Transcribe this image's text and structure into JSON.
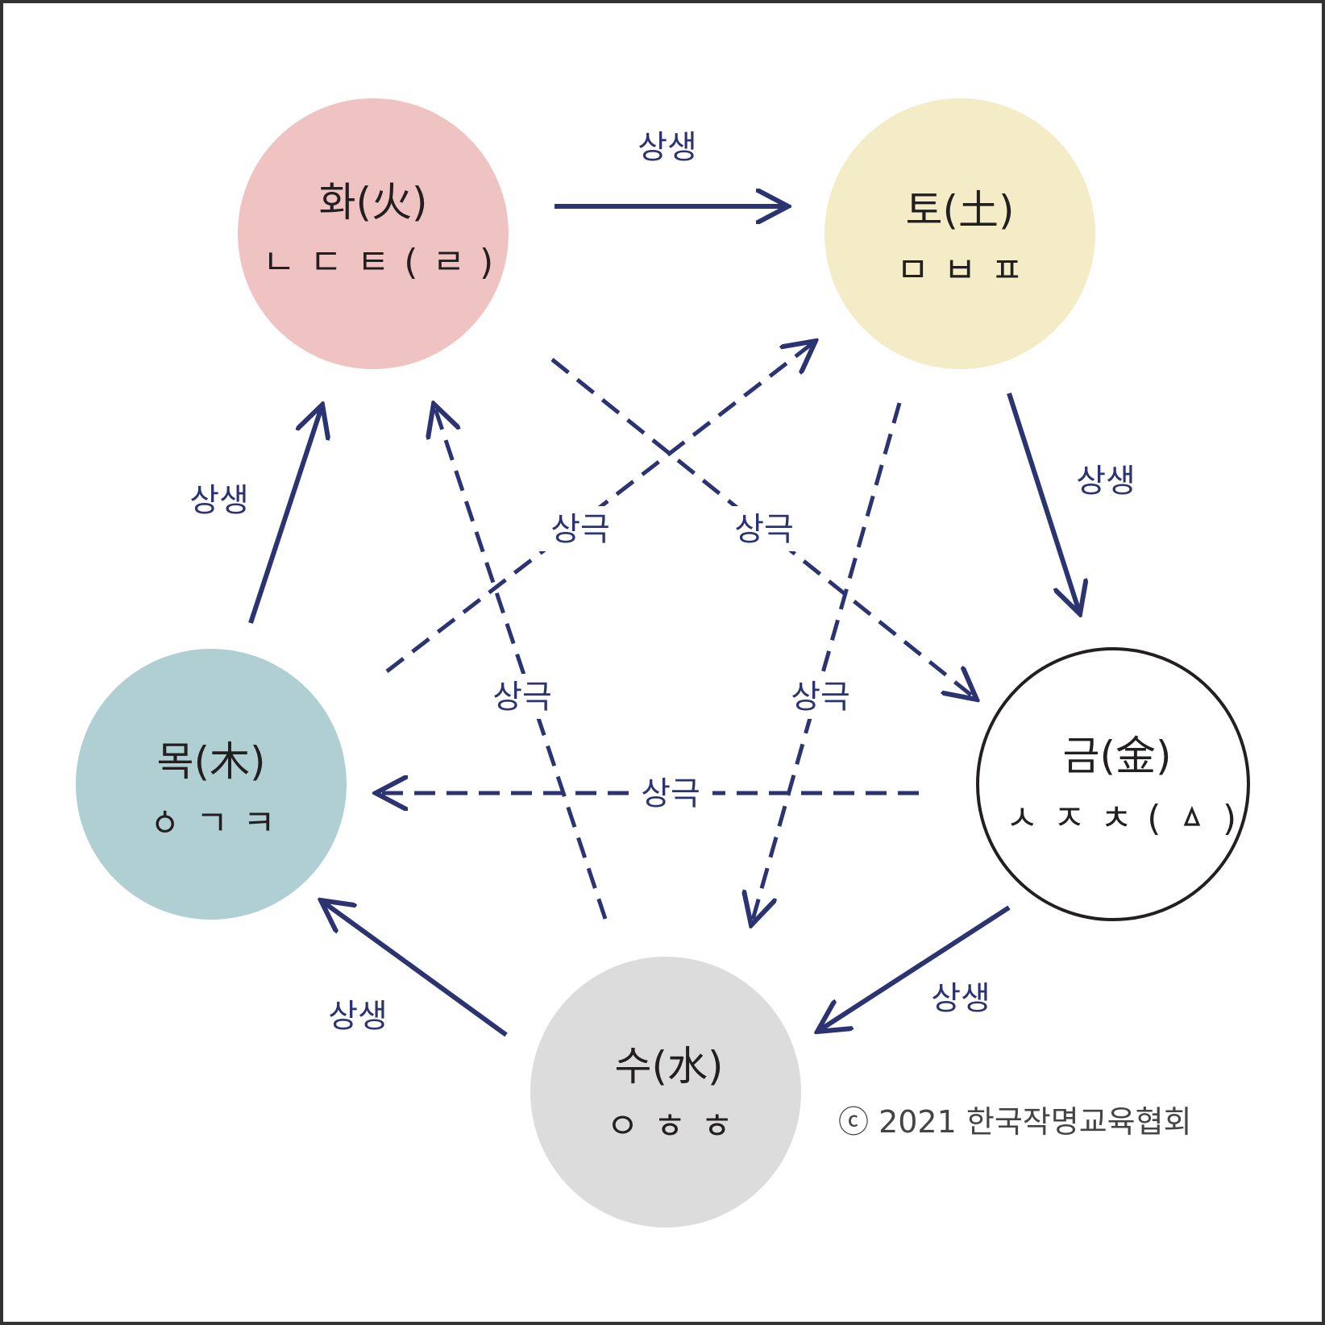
{
  "colors": {
    "arrow": "#2b3371",
    "fire": "#f0c3c3",
    "earth": "#f3ecc6",
    "metal": "#ffffff",
    "water": "#dcdcdc",
    "wood": "#b0cfd3",
    "frame": "#333333"
  },
  "nodes": {
    "fire": {
      "title": "화(火)",
      "letters": "ㄴㄷㅌ(ㄹ)"
    },
    "earth": {
      "title": "토(土)",
      "letters": "ㅁㅂㅍ"
    },
    "metal": {
      "title": "금(金)",
      "letters": "ㅅㅈㅊ(ㅿ)"
    },
    "water": {
      "title": "수(水)",
      "letters": "ㅇㅎㅎ"
    },
    "wood": {
      "title": "목(木)",
      "letters": "ㆁㄱㅋ"
    }
  },
  "relations": {
    "generate": "상생",
    "overcome": "상극"
  },
  "copyright": "ⓒ 2021 한국작명교육협회"
}
